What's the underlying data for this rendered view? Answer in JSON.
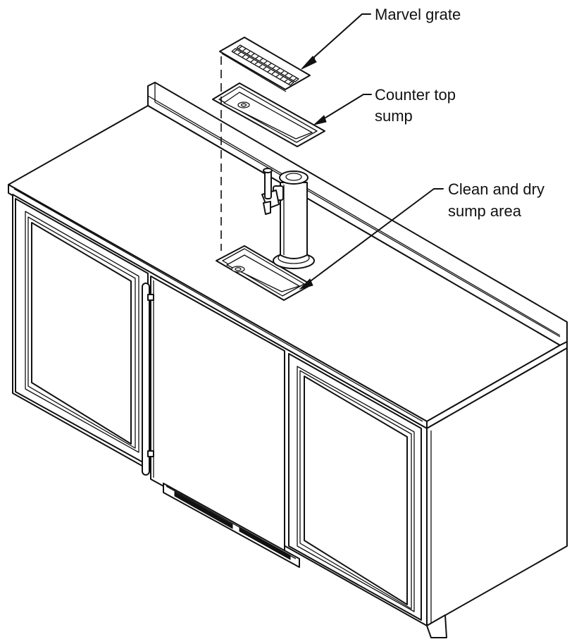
{
  "labels": {
    "marvel_grate": "Marvel grate",
    "counter_top_sump_line1": "Counter top",
    "counter_top_sump_line2": "sump",
    "clean_dry_line1": "Clean and dry",
    "clean_dry_line2": "sump area"
  },
  "colors": {
    "line": "#111111",
    "background": "#ffffff"
  }
}
